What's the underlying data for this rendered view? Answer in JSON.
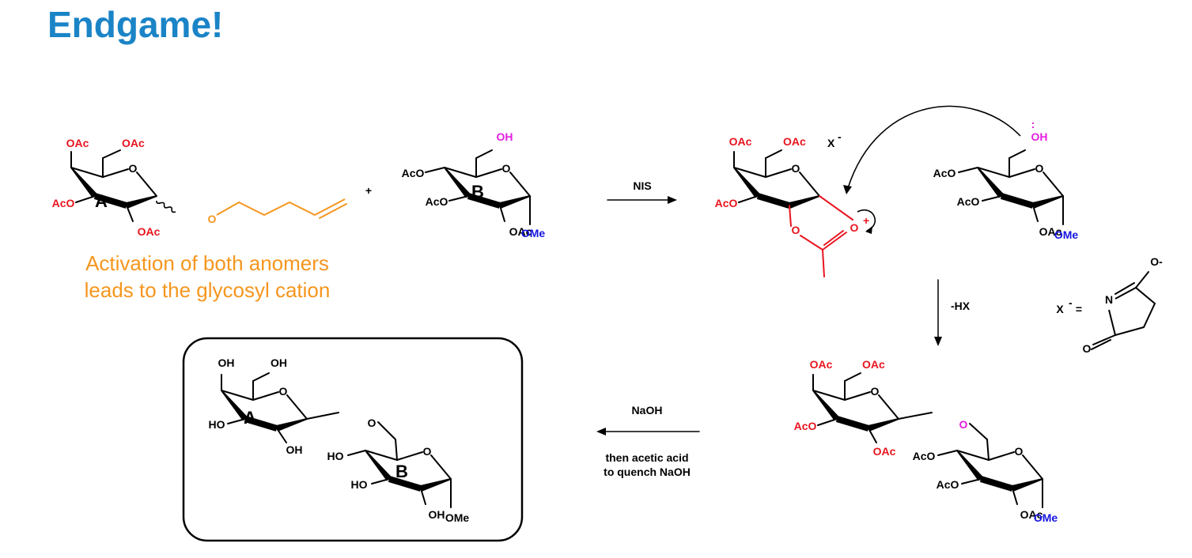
{
  "title": "Endgame!",
  "colors": {
    "title": "#1a84c6",
    "acetyl": "#e8141e",
    "hydroxyl": "#e31ee0",
    "methyl": "#1515e0",
    "pentenyl": "#f5961e",
    "black": "#000000"
  },
  "labels": {
    "OAc": "OAc",
    "AcO": "AcO",
    "OH": "OH",
    "HO": "HO",
    "OMe": "OMe",
    "O": "O",
    "N": "N",
    "ring_a": "A",
    "ring_b": "B",
    "plus": "+",
    "x_minus": "X",
    "x_def": "X",
    "x_def_eq": "=",
    "minus": "-",
    "o_minus": "O-",
    "o_plus": "O",
    "plus_sup": "+",
    "lone_pair": ":"
  },
  "annotation": [
    "Activation of both anomers",
    "leads to the glycosyl cation"
  ],
  "conditions": {
    "nis": "NIS",
    "hx": "-HX",
    "naoh": "NaOH",
    "then_line1": "then acetic acid",
    "then_line2": "to quench NaOH"
  }
}
